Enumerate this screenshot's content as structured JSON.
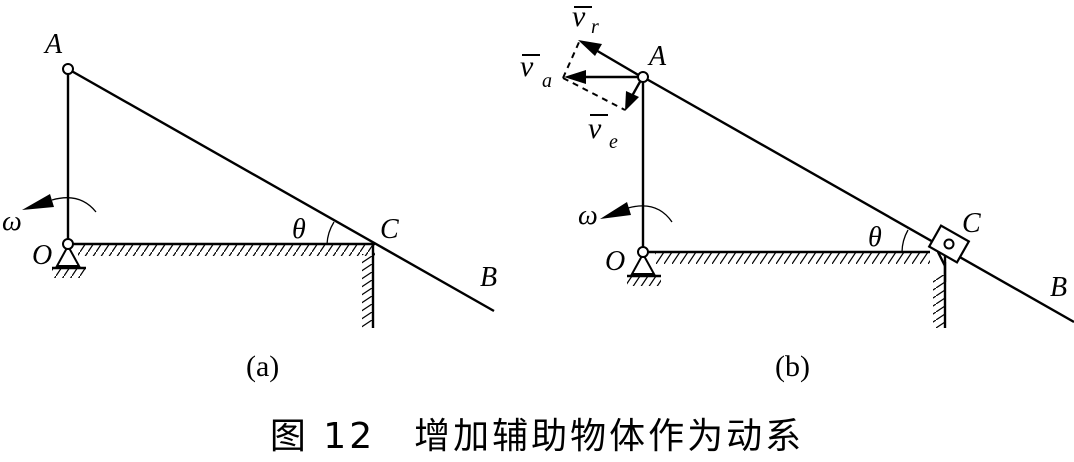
{
  "panel_a": {
    "label": "(a)",
    "point_A": "A",
    "point_O": "O",
    "point_C": "C",
    "point_B": "B",
    "angle": "θ",
    "omega": "ω"
  },
  "panel_b": {
    "label": "(b)",
    "point_A": "A",
    "point_O": "O",
    "point_C": "C",
    "point_B": "B",
    "angle": "θ",
    "omega": "ω",
    "v_r": {
      "symbol": "v",
      "sub": "r"
    },
    "v_a": {
      "symbol": "v",
      "sub": "a"
    },
    "v_e": {
      "symbol": "v",
      "sub": "e"
    }
  },
  "caption": "图 12　增加辅助物体作为动系"
}
